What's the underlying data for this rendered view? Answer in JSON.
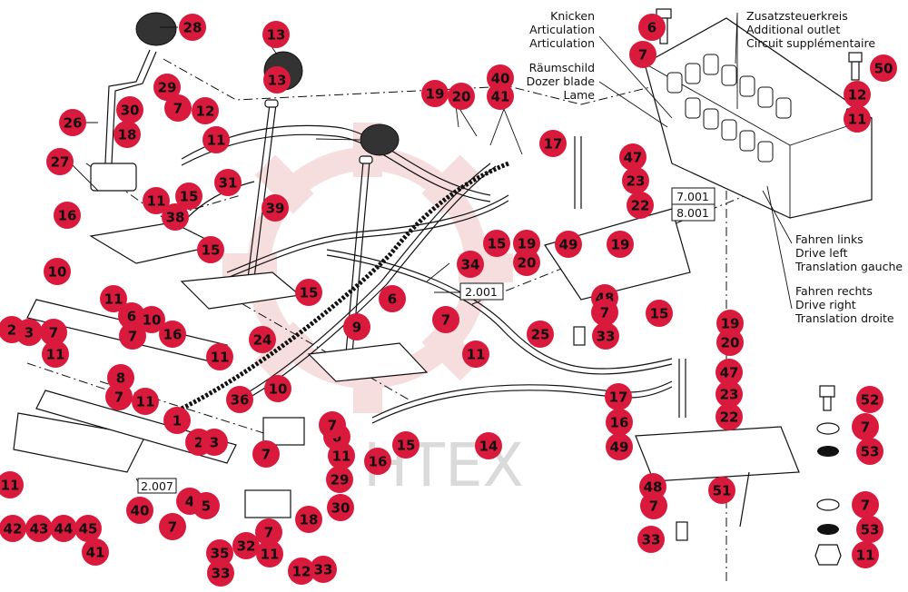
{
  "labels": {
    "knicken": [
      "Knicken",
      "Articulation",
      "Articulation"
    ],
    "raumschild": [
      "Räumschild",
      "Dozer blade",
      "Lame"
    ],
    "zusatz": [
      "Zusatzsteuerkreis",
      "Additional outlet",
      "Circuit supplémentaire"
    ],
    "fahren_links": [
      "Fahren links",
      "Drive left",
      "Translation gauche"
    ],
    "fahren_rechts": [
      "Fahren rechts",
      "Drive right",
      "Translation droite"
    ]
  },
  "refs": {
    "r2001": "2.001",
    "r2007": "2.007",
    "r7001": "7.001",
    "r8001": "8.001"
  },
  "watermark": "HTEX",
  "bubble_color": "#d91a3c",
  "bubbles": [
    "28",
    "13",
    "13",
    "26",
    "29",
    "30",
    "7",
    "12",
    "18",
    "11",
    "27",
    "31",
    "16",
    "11",
    "15",
    "38",
    "39",
    "15",
    "19",
    "20",
    "40",
    "41",
    "17",
    "47",
    "23",
    "22",
    "15",
    "19",
    "20",
    "49",
    "19",
    "34",
    "48",
    "7",
    "33",
    "15",
    "19",
    "20",
    "10",
    "11",
    "6",
    "10",
    "7",
    "16",
    "15",
    "24",
    "9",
    "6",
    "7",
    "11",
    "2",
    "3",
    "7",
    "11",
    "8",
    "7",
    "11",
    "11",
    "36",
    "25",
    "17",
    "47",
    "23",
    "22",
    "16",
    "49",
    "1",
    "2",
    "3",
    "10",
    "6",
    "7",
    "7",
    "11",
    "29",
    "30",
    "16",
    "15",
    "14",
    "11",
    "4",
    "5",
    "40",
    "42",
    "43",
    "44",
    "45",
    "41",
    "7",
    "35",
    "32",
    "7",
    "11",
    "18",
    "12",
    "33",
    "33",
    "6",
    "7",
    "50",
    "12",
    "11",
    "52",
    "7",
    "53",
    "7",
    "53",
    "11",
    "48",
    "7",
    "33",
    "51",
    "2.007"
  ]
}
